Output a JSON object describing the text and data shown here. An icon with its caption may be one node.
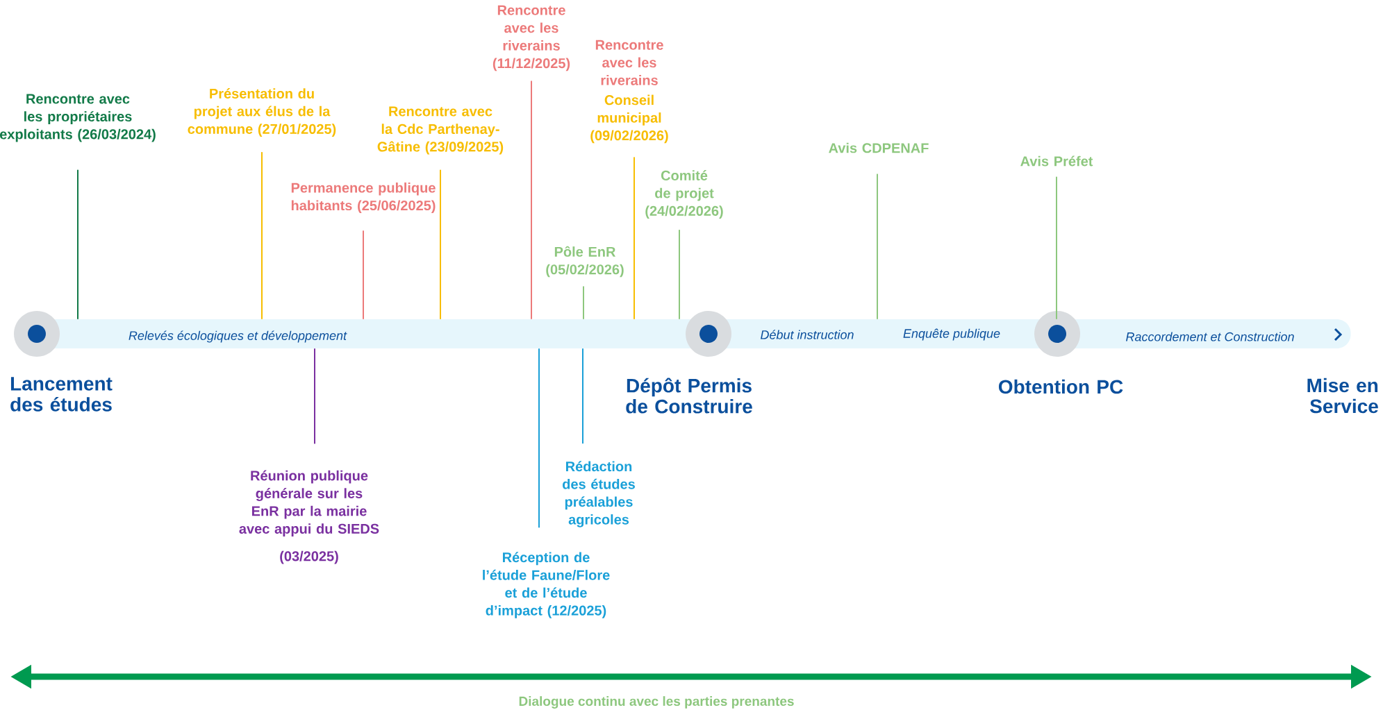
{
  "diagram": {
    "nodes": [
      {
        "text": [
          "Relevés écologiques et  développement",
          "Début instruction",
          "Enquête publique",
          "Raccordement et Construction"
        ]
      },
      {
        "text": [
          "Lancement des études"
        ]
      },
      {
        "text": [
          "Dépôt Permis de Construire"
        ]
      },
      {
        "text": [
          "Obtention PC"
        ]
      },
      {
        "text": [
          "Rencontre avec les propriétaires exploitants (26/03/2024)"
        ]
      },
      {
        "text": [
          "Présentation du projet aux élus de la commune (27/01/2025)"
        ]
      },
      {
        "text": [
          "Réunion publique générale sur les EnR par la mairie avec appui du SIEDS",
          "(03/2025)"
        ]
      },
      {
        "text": [
          "Permanence publique habitants (25/06/2025)"
        ]
      },
      {
        "text": [
          "Rencontre avec la Cdc Parthenay-Gâtine (23/09/2025)"
        ]
      },
      {
        "text": [
          "Rencontre avec les riverains (11/12/2025)"
        ]
      },
      {
        "text": [
          "Réception de l’étude Faune/Flore et de l’étude d’impact (12/2025)"
        ]
      },
      {
        "text": [
          "Pôle EnR (05/02/2026)"
        ]
      },
      {
        "text": [
          "Rédaction des études préalables agricoles"
        ]
      },
      {
        "text": [
          "Rencontre avec les riverains",
          "Conseil municipal (09/02/2026)"
        ]
      },
      {
        "text": [
          "Comité  de projet (24/02/2026)"
        ]
      },
      {
        "text": [
          "Avis CDPENAF"
        ]
      },
      {
        "text": [
          "Avis Préfet"
        ]
      }
    ],
    "edges": [
      {
        "from": 4,
        "to": 0,
        "arrow": "none",
        "color": "#127a48"
      },
      {
        "from": 5,
        "to": 0,
        "arrow": "none",
        "color": "#f7bd00"
      },
      {
        "from": 6,
        "to": 0,
        "arrow": "none",
        "color": "#7a30a0"
      },
      {
        "from": 7,
        "to": 0,
        "arrow": "none",
        "color": "#ec7a7a"
      },
      {
        "from": 8,
        "to": 0,
        "arrow": "none",
        "color": "#f7bd00"
      },
      {
        "from": 9,
        "to": 0,
        "arrow": "none",
        "color": "#ec7a7a"
      },
      {
        "from": 10,
        "to": 0,
        "arrow": "none",
        "color": "#1aa0d8"
      },
      {
        "from": 11,
        "to": 0,
        "arrow": "none",
        "color": "#8dc77e"
      },
      {
        "from": 12,
        "to": 0,
        "arrow": "none",
        "color": "#1aa0d8"
      },
      {
        "from": 13,
        "to": 0,
        "arrow": "none",
        "color": "#f7bd00"
      },
      {
        "from": 14,
        "to": 0,
        "arrow": "none",
        "color": "#8dc77e"
      },
      {
        "from": 15,
        "to": 0,
        "arrow": "none",
        "color": "#8dc77e"
      },
      {
        "from": 16,
        "to": 0,
        "arrow": "none",
        "color": "#8dc77e"
      }
    ],
    "labels": [
      "Mise en Service",
      "Dialogue continu avec les parties prenantes"
    ]
  }
}
